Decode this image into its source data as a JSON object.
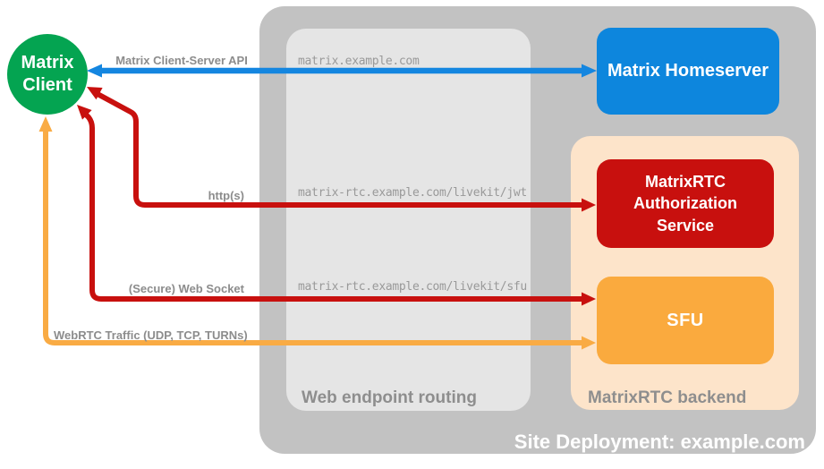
{
  "colors": {
    "client_green": "#04a451",
    "homeserver_blue": "#0d86dd",
    "auth_red": "#c8100e",
    "sfu_orange": "#faaa3e",
    "backend_peach": "#fde4ca",
    "site_gray": "#c2c2c2",
    "routing_gray": "#e5e5e5",
    "label_gray": "#8c8c8c"
  },
  "nodes": {
    "client": {
      "label": "Matrix Client"
    },
    "homeserver": {
      "label": "Matrix Homeserver"
    },
    "auth": {
      "label": "MatrixRTC Authorization Service"
    },
    "sfu": {
      "label": "SFU"
    }
  },
  "containers": {
    "site": {
      "label": "Site Deployment: example.com"
    },
    "routing": {
      "label": "Web endpoint routing"
    },
    "backend": {
      "label": "MatrixRTC backend"
    }
  },
  "endpoints": {
    "homeserver": "matrix.example.com",
    "jwt": "matrix-rtc.example.com/livekit/jwt",
    "sfu": "matrix-rtc.example.com/livekit/sfu"
  },
  "arrows": {
    "client_server_api": {
      "label": "Matrix Client-Server API",
      "color": "#1486e0"
    },
    "https": {
      "label": "http(s)",
      "color": "#c8100e"
    },
    "websocket": {
      "label": "(Secure) Web Socket",
      "color": "#c8100e"
    },
    "webrtc": {
      "label": "WebRTC Traffic (UDP, TCP, TURNs)",
      "color": "#f9ab44"
    }
  }
}
